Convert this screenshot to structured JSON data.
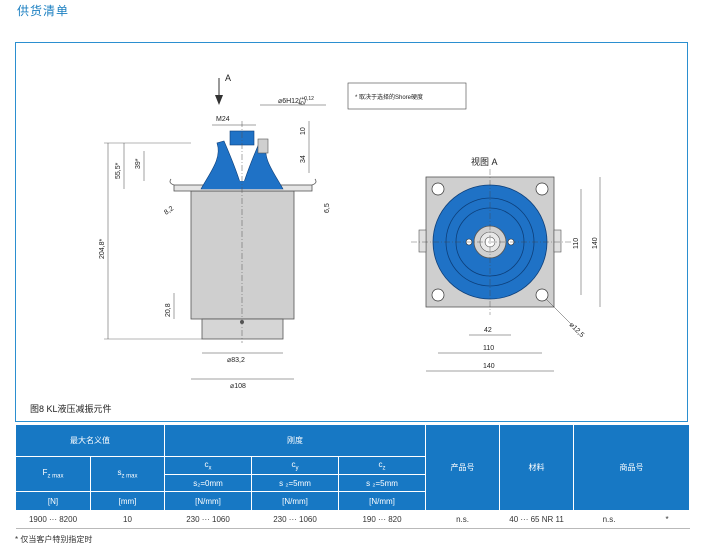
{
  "header": {
    "title": "供货清单"
  },
  "figure": {
    "caption": "图8 KL液压减振元件",
    "note": "* 取决于选择的Shore硬度",
    "view_label": "视图 A",
    "arrow_label": "A",
    "dims": {
      "m24": "M24",
      "bore": "⌀6H12(",
      "bore_tol_top": "+0,12",
      "bore_tol_bot": "+0",
      "d10": "10",
      "d34": "34",
      "d39": "39*",
      "d555": "55,5*",
      "d65": "6,5",
      "d82": "8,2",
      "d2048": "204,8*",
      "d208": "20,8",
      "d832": "⌀83,2",
      "d108": "⌀108",
      "d42": "42",
      "d110h": "110",
      "d140h": "140",
      "d110v": "110",
      "d140v": "140",
      "d125": "⌀12,5"
    }
  },
  "table": {
    "headers": {
      "max_nominal": "最大名义值",
      "stiffness": "刚度",
      "product_no": "产品号",
      "material": "材料",
      "trade_no": "商品号"
    },
    "sub_headers": {
      "fz_main": "F",
      "fz_sub": "z max",
      "sz_main": "s",
      "sz_sub": "z max",
      "cx_main": "c",
      "cx_sub": "x",
      "cy_main": "c",
      "cy_sub": "y",
      "cz_main": "c",
      "cz_sub": "z"
    },
    "conditions": {
      "cx": "s₂=0mm",
      "cy": "s ₂=5mm",
      "cz": "s ₂=5mm"
    },
    "units": {
      "fz": "[N]",
      "sz": "[mm]",
      "cx": "[N/mm]",
      "cy": "[N/mm]",
      "cz": "[N/mm]"
    },
    "row": {
      "fz": "1900 ··· 8200",
      "sz": "10",
      "cx": "230 ··· 1060",
      "cy": "230 ··· 1060",
      "cz": "190 ··· 820",
      "product_no": "n.s.",
      "material": "40 ··· 65 NR 11",
      "trade_no": "n.s.",
      "extra": "*"
    }
  },
  "footnote": "* 仅当客户特别指定时",
  "colors": {
    "accent": "#1778c4",
    "part_blue": "#1f72c6",
    "housing_gray": "#cfcfcf"
  }
}
